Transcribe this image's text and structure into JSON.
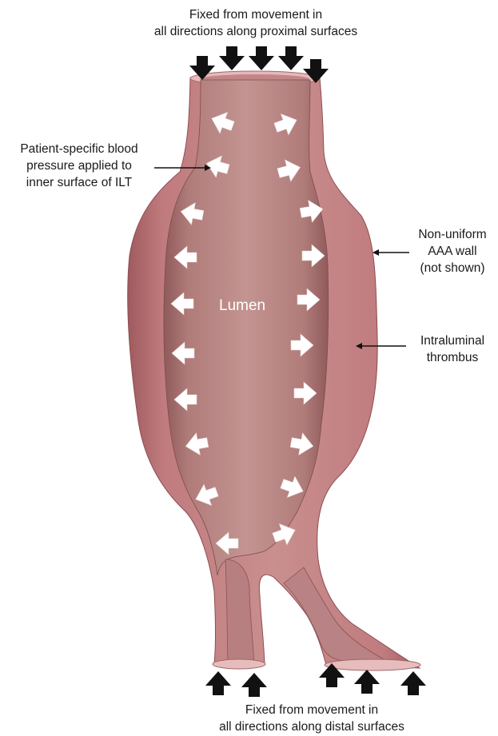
{
  "annotations": {
    "proximal_line1": "Fixed from movement in",
    "proximal_line2": "all directions along proximal surfaces",
    "pressure_line1": "Patient-specific blood",
    "pressure_line2": "pressure applied to",
    "pressure_line3": "inner surface of ILT",
    "wall_line1": "Non-uniform",
    "wall_line2": "AAA wall",
    "wall_line3": "(not shown)",
    "thrombus_line1": "Intraluminal",
    "thrombus_line2": "thrombus",
    "lumen": "Lumen",
    "distal_line1": "Fixed from movement in",
    "distal_line2": "all directions along distal surfaces"
  },
  "colors": {
    "vessel_outer": "#b0686c",
    "vessel_inner": "#c58a8a",
    "lumen_dark": "#a56f6d",
    "arrow_white": "#ffffff",
    "arrow_black": "#111111"
  }
}
